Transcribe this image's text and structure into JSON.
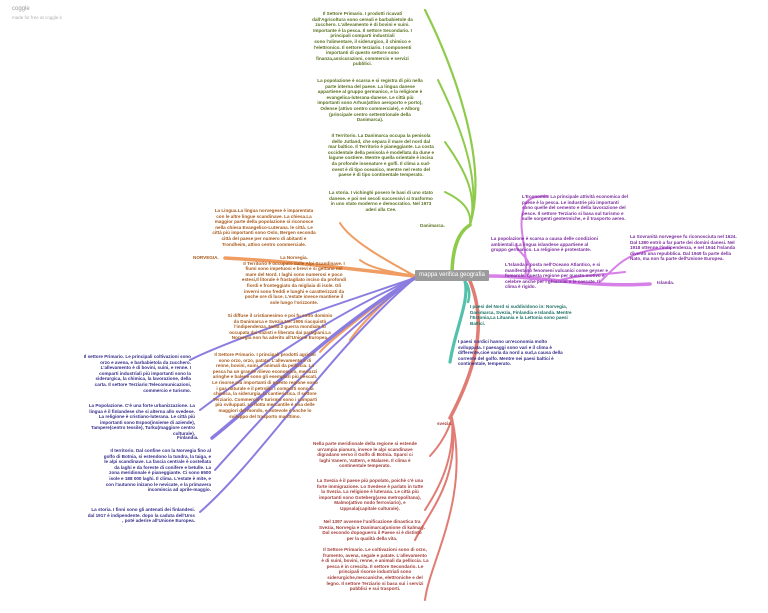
{
  "app": {
    "title": "coggle",
    "subtitle": "made for free at coggle.it"
  },
  "central": "mappa verifica geografia",
  "colors": {
    "green": "#8ecb4b",
    "magenta": "#d680e8",
    "teal": "#54c1ad",
    "red": "#e07c73",
    "orange": "#ef9d62",
    "purple": "#8b7de0"
  },
  "nodes": {
    "dk_sectors": "Il Settore Primario. I prodotti ricavati\ndall'Agricoltura sono cereali e barbabietole da\nzucchero. L'allevamento è di bovini e suini.\nImportante è la pesca. Il settore Secondario. I\nprincipali comparti industriali\nsono l'alimentare, il siderurgico, il chimico e\nl'elettronico. Il settore terziario. I componenti\nimportanti di questo settore sono\nfinanza,assicurazioni, commercio e servizi\npubblici.",
    "dk_population": "La popolazione è scarsa e si registra di più nella\nparte interna del paese. La lingua danese\nappartiene al gruppo germanico, e la religione è\nevangelica-luterana-danese. Le città più\nimportanti sono Arhus(attivo aeroporto e porto),\nOdense (attivo centro commerciale), e Alborg\n(principale centro settentrionale della\nDanimarca).",
    "dk_territory": "Il Territorio. La Danimarca occupa la penisola\ndello Jutland, che separa il mare del nord dal\nmar baltico. Il Territorio è pianeggiante. La costa\noccidentale della penisola è modellata da dune e\nlagune costiere. Mentre quella orientale è incisa\nda profonde insenature e golfi. Il clima a sud-\novest è di tipo oceanico, mentre nel resto del\npaese è di tipo continentale temperato.",
    "dk_history": "La storia. I vichinghi posero le basi di uno stato\ndanese. e poi nei secoli successivi si trasformo\nin uno stato moderno e democratico. Nel 1973\naderi alla Cee.",
    "denmark": "Danimarca.",
    "is_economy": "L'Economia. La principale attività economica del\npaese è la pesca. Le industrie più importanti\nsono quelle del cemento e della lavorazione del\npesce. Il settore Terziario si basa sul turismo e\nsulle sorgenti geotermiche, e il trasporto aereo.",
    "is_population": "La popolazione è scarsa a causa delle condizioni\nambientali. La lingua islandese appartiene al\ngruppo germanico. La religione è protestante.",
    "is_history": "La Sovranità norvegese fu riconosciuta nel 1624.\nDal 1380 entrò a far parte dei domini danesi. Nel\n1918 ottenne l'indipendenza, e nel 1944 l'Islanda\ndiventò una repubblica. Dal 1949 fa parte della\nNato, ma non fa parte dell'Unione Europea.",
    "is_territory": "L'Islanda è posta nell'Oceano Atlantico, e si\nmanifestano fenomeni vulcanici come geyser e\nfumarole. questa regione per questo motivo è\ncelebre anche per i ghiacciai e le cascate. Il\nclima è rigido.",
    "iceland": "Islanda.",
    "nordic_countries": "I paesi del Nord si suddividono in: Norvegia,\nDanimarca, Svezia, Finlandia e Islanda. Mentre\nl'Estonia,La Lituania e la Lettonia sono paesi\nBaltici.",
    "nordic_economy": "I paesi nordici hanno un'economia molto\nsviluppata. I paesaggi sono vari e il clima è\ndifferente,cioè varia da nord a sud,a causa della\ncorrente del golfo. Mentre nei paesi baltici è\ncontinentale, temperato.",
    "sweden": "svezia.",
    "se_territory": "Nella parte meridionale della regione si estende\nun'ampia pianura, invece le alpi scandinave\ndigradano verso il Golfo di Botnia. Sparsi ci\nlaghi Vanern, Vattern, e Malaren. Il clima è\ncontinentale temperato.",
    "se_population": "La Svezia è il paese più popolato, poichè c'è una\nforte immigrazione. Lo Svedese è parlato in tutte\nla Svezia. La religione è luterana. Le città più\nimportanti sono Goteberg(area metropolitana),\nMalmo(attivo nodo ferroviario), e\nUppsala(capitale culturale).",
    "se_history": "Nel 1397 avvenne l'unificazione dinastica tra\nSvezia, Norvegia e Danimarca(unione di kalmar).\nDal secondo dopoguerra il Paese si è distinto\nper la qualità della vita.",
    "se_sectors": "Il Settore Primario. Le coltivazioni sono di orzo,\nfrumento, avena, segale e patate. L'allevamento\nè di suini, bovini, renne, e animali da pelliccia. La\npesca è in crescita. Il settore Secondario. Le\nprincipali risorse industriali sono\nsiderurgiche,meccaniche, elettroniche e del\nlegno. Il settore Terziario si basa sui i servizi\npubblici e sui trasporti.",
    "no_language": "La Lingua.La lingua norvegese è imparentata\ncon le altre lingue scandinave. La chiesa.La\nmaggior parte della popolazione si riconosce\nnella chiesa Evangelico-Luterana. le città. Le\ncittà più importanti sono Oslo, Bergen seconda\ncittà del paese per numero di abitanti e\nTrondheim, attivo centro commerciale.",
    "norway": "NORVEGIA.",
    "no_territory": "La Norvegia.\nIl Territorio è occupato dalle Alpi Scandinave. I\nfiumi sono impetuosi e brevi e si gettano nel\nmare del Nord. I laghi sono numerosi e poco\nestesi,Il litorale è frastagliato inciso da profondi\nfiordi e fronteggiato da migliaia di isole. Gli\ninverni sono freddi e lunghi e caratterizzati da\npoche ore di luce. L'estate invece mantiene il\nsole lungo l'orizzonte.",
    "no_history": "Si diffuse il cristianesimo e poi fu sotto dominio\nda Danimarca e Svezia.Nel 1905 riacquistò\nl'indipendenza. Nella 2 guerra mondiale fu\noccupata dai nazisti e liberata dai partigiani.La\nNorvegia non ha aderito all'Unione Europea.",
    "no_sectors": "Il Settore Primario. I principali prodotti agricoli\nsono orzo, orzo, patate. L'allevamento è di\nrenne, bovini, suini, e animali da pelliccia. La\npesca ha un grande rilievo economico, merluzzi\naringhe e balene sono gli esemplari più pescati.\nLe risorse più importanti di questo regione sono\ni gas naturale e il petrolio. I comparti sono la\nchimica, la siderurgia, la cantieristica. Il settore\nTerziario. Commercio e turismo sono i comparti\npiù sviluppati. La flotta mercantile è una delle\nmaggiori del mondo, e notevole è anche lo\nsviluppo del trasporto marittimo.",
    "fi_sectors": "Il settore Primario. Le principali coltivazioni sono\norzo e avena, e barbabietola da zucchero.\nL'allevamento è di bovini, suini, e renne. I\ncomparti industriali più importanti sono la\nsiderurgica, la chimica, la lavorazione, della\ncarta. Il settore Terziario:Telecomunicazioni,\ncommercio e turismo.",
    "fi_population": "La Popolazione. C'è una forte urbanizzazione. La\nlingua è il finlandese che si alterna allo svedese.\nLa religione è cristiano-luterana. Le città più\nimportanti sono Espoo(insieme di aziende),\nTampere(centro tessile), Turku(maggiore centro\nculturale).",
    "finland": "Finlandia.",
    "fi_territory": "Il territorio. Dal confine con la Norvegia fino al\ngolfo di Botnia, si estendono la tundra, la taiga, e\nle alpi scandinave. La fascia centrale è costellata\nda laghi e da foreste di conifere e betulle. La\nzona meridionale è pianeggiante. Ci sono 6500\nisole e 188 000 laghi. Il clima. L'estate è mite, e\ncon l'autunno inizano le nevicate, e la primavera\nincomincia ad aprile-maggio.",
    "fi_history": "La storia. I finni sono gli antenati dei finlandesi.\ndal 1917 è indipendente. dopo la caduta dell'Urss\n, poté aderire all'Unione Europea."
  }
}
